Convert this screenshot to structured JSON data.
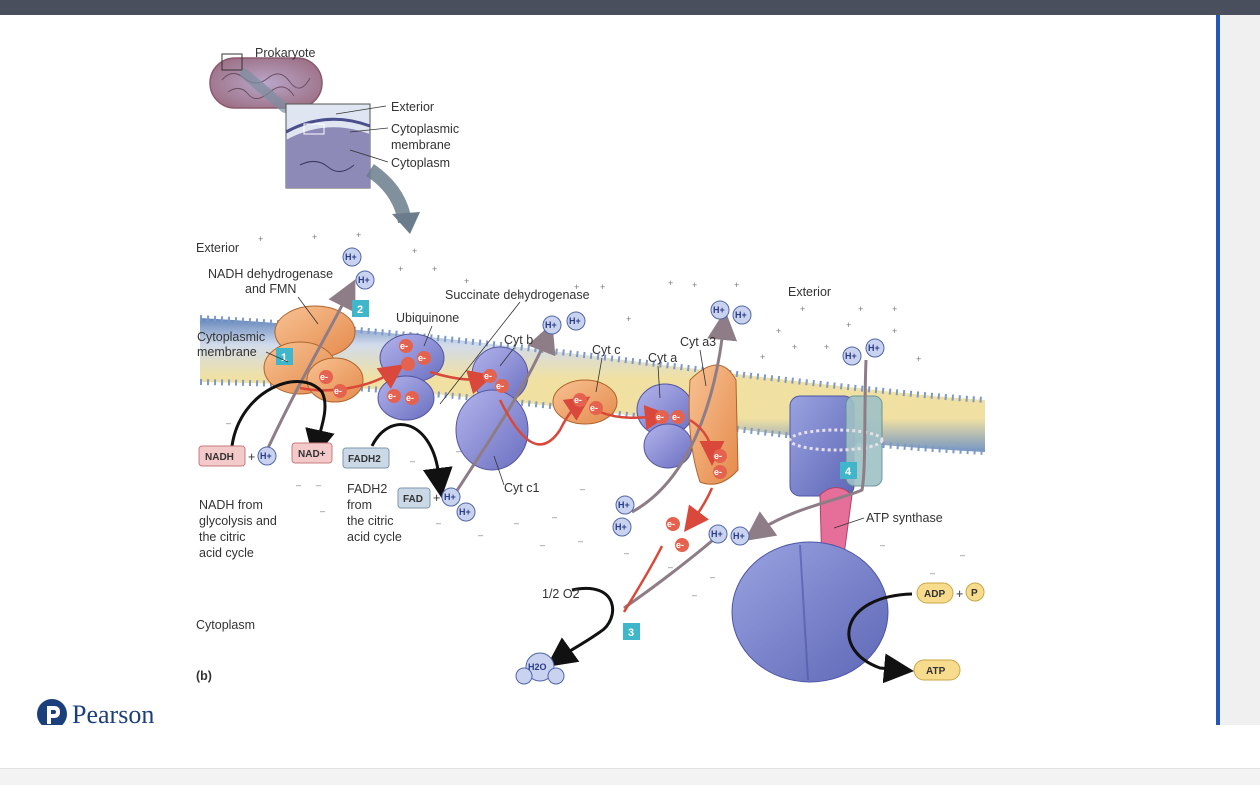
{
  "inset": {
    "prokaryote": "Prokaryote",
    "exterior": "Exterior",
    "cytoplasmic_membrane_1": "Cytoplasmic",
    "cytoplasmic_membrane_2": "membrane",
    "cytoplasm": "Cytoplasm"
  },
  "labels": {
    "exterior_left": "Exterior",
    "exterior_right": "Exterior",
    "nadh_dehydrogenase_1": "NADH dehydrogenase",
    "nadh_dehydrogenase_2": "and FMN",
    "succinate_dehydrogenase": "Succinate dehydrogenase",
    "ubiquinone": "Ubiquinone",
    "cyt_b": "Cyt b",
    "cyt_c": "Cyt c",
    "cyt_a": "Cyt a",
    "cyt_a3": "Cyt a3",
    "cyt_c1": "Cyt c1",
    "cytoplasmic_membrane_1": "Cytoplasmic",
    "cytoplasmic_membrane_2": "membrane",
    "nadh_from_1": "NADH from",
    "nadh_from_2": "glycolysis and",
    "nadh_from_3": "the citric",
    "nadh_from_4": "acid cycle",
    "fadh2_from_1": "FADH2",
    "fadh2_from_2": "from",
    "fadh2_from_3": "the citric",
    "fadh2_from_4": "acid cycle",
    "atp_synthase": "ATP synthase",
    "cytoplasm": "Cytoplasm",
    "panel": "(b)",
    "half_o2": "1/2 O2",
    "h2o": "H2O"
  },
  "molecules": {
    "nadh": "NADH",
    "nad_plus": "NAD+",
    "fadh2": "FADH2",
    "fad": "FAD",
    "adp": "ADP",
    "p": "P",
    "atp": "ATP",
    "plus": "+",
    "proton": "H+",
    "electron": "e-"
  },
  "steps": [
    "1",
    "2",
    "3",
    "4"
  ],
  "brand": {
    "name": "Pearson"
  },
  "colors": {
    "membrane_blue": "#6d8fc0",
    "membrane_yellow": "#efdf9d",
    "orange_protein": "#eea267",
    "purple_protein": "#8a8fd6",
    "atp_synthase_body": "#7c86cf",
    "atp_synthase_stalk": "#e56f98",
    "step_badge": "#3fb6c9",
    "proton_fill": "#c9d3ef",
    "electron_fill": "#e5624e",
    "nadh_box": "#f3c9c9",
    "fadh_box": "#cbd9e6",
    "adp_box": "#f7dc8d",
    "top_bar": "#4a4f5e",
    "side_accent": "#2457b8"
  }
}
